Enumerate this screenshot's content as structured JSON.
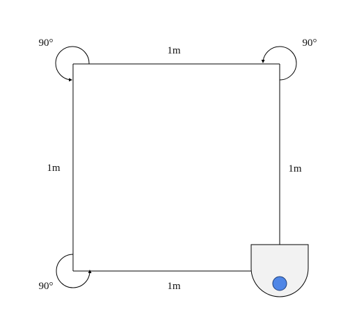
{
  "diagram": {
    "sides": {
      "top": "1m",
      "left": "1m",
      "right": "1m",
      "bottom": "1m"
    },
    "turns": {
      "top_left": "90°",
      "top_right": "90°",
      "bottom_left": "90°"
    },
    "colors": {
      "path_stroke": "#000000",
      "robot_body": "#f2f2f2",
      "robot_sensor": "#4f86e6",
      "robot_sensor_stroke": "#1f3f7a"
    },
    "robot": {
      "icon": "robot-icon",
      "position": "bottom-right corner"
    }
  }
}
